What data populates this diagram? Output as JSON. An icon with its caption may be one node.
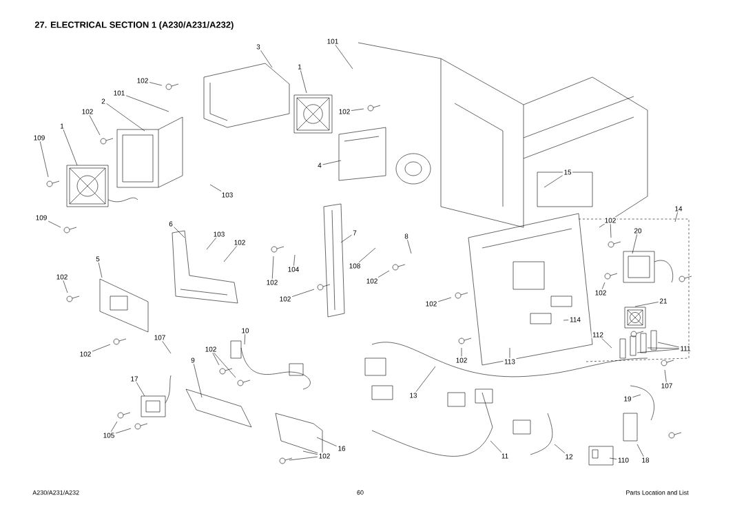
{
  "diagram": {
    "title": "27. ELECTRICAL SECTION 1 (A230/A231/A232)",
    "nodes": [
      {
        "text": [
          "3"
        ]
      },
      {
        "text": [
          "101"
        ]
      },
      {
        "text": [
          "1"
        ]
      },
      {
        "text": [
          "102"
        ]
      },
      {
        "text": [
          "101"
        ]
      },
      {
        "text": [
          "2"
        ]
      },
      {
        "text": [
          "102"
        ]
      },
      {
        "text": [
          "1"
        ]
      },
      {
        "text": [
          "109"
        ]
      },
      {
        "text": [
          "102"
        ]
      },
      {
        "text": [
          "4"
        ]
      },
      {
        "text": [
          "103"
        ]
      },
      {
        "text": [
          "109"
        ]
      },
      {
        "text": [
          "15"
        ]
      },
      {
        "text": [
          "6"
        ]
      },
      {
        "text": [
          "103"
        ]
      },
      {
        "text": [
          "102"
        ]
      },
      {
        "text": [
          "7"
        ]
      },
      {
        "text": [
          "8"
        ]
      },
      {
        "text": [
          "102"
        ]
      },
      {
        "text": [
          "14"
        ]
      },
      {
        "text": [
          "20"
        ]
      },
      {
        "text": [
          "5"
        ]
      },
      {
        "text": [
          "102"
        ]
      },
      {
        "text": [
          "102"
        ]
      },
      {
        "text": [
          "104"
        ]
      },
      {
        "text": [
          "108"
        ]
      },
      {
        "text": [
          "102"
        ]
      },
      {
        "text": [
          "102"
        ]
      },
      {
        "text": [
          "102"
        ]
      },
      {
        "text": [
          "102"
        ]
      },
      {
        "text": [
          "21"
        ]
      },
      {
        "text": [
          "114"
        ]
      },
      {
        "text": [
          "107"
        ]
      },
      {
        "text": [
          "102"
        ]
      },
      {
        "text": [
          "10"
        ]
      },
      {
        "text": [
          "112"
        ]
      },
      {
        "text": [
          "111"
        ]
      },
      {
        "text": [
          "102"
        ]
      },
      {
        "text": [
          "9"
        ]
      },
      {
        "text": [
          "17"
        ]
      },
      {
        "text": [
          "113"
        ]
      },
      {
        "text": [
          "102"
        ]
      },
      {
        "text": [
          "107"
        ]
      },
      {
        "text": [
          "13"
        ]
      },
      {
        "text": [
          "19"
        ]
      },
      {
        "text": [
          "105"
        ]
      },
      {
        "text": [
          "16"
        ]
      },
      {
        "text": [
          "102"
        ]
      },
      {
        "text": [
          "11"
        ]
      },
      {
        "text": [
          "12"
        ]
      },
      {
        "text": [
          "110"
        ]
      },
      {
        "text": [
          "18"
        ]
      }
    ],
    "edges": [
      {
        "from": 0,
        "to": null,
        "arrow": "none"
      },
      {
        "from": 1,
        "to": null,
        "arrow": "none"
      },
      {
        "from": 2,
        "to": null,
        "arrow": "none"
      },
      {
        "from": 3,
        "to": null,
        "arrow": "none"
      },
      {
        "from": 4,
        "to": null,
        "arrow": "none"
      },
      {
        "from": 5,
        "to": null,
        "arrow": "none"
      },
      {
        "from": 6,
        "to": null,
        "arrow": "none"
      },
      {
        "from": 7,
        "to": null,
        "arrow": "none"
      },
      {
        "from": 8,
        "to": null,
        "arrow": "none"
      },
      {
        "from": 9,
        "to": null,
        "arrow": "none"
      },
      {
        "from": 10,
        "to": null,
        "arrow": "none"
      },
      {
        "from": 11,
        "to": null,
        "arrow": "none"
      },
      {
        "from": 12,
        "to": null,
        "arrow": "none"
      },
      {
        "from": 13,
        "to": null,
        "arrow": "none"
      },
      {
        "from": 14,
        "to": null,
        "arrow": "none"
      },
      {
        "from": 15,
        "to": null,
        "arrow": "none"
      },
      {
        "from": 16,
        "to": null,
        "arrow": "none"
      },
      {
        "from": 17,
        "to": null,
        "arrow": "none"
      },
      {
        "from": 18,
        "to": null,
        "arrow": "none"
      },
      {
        "from": 19,
        "to": null,
        "arrow": "none"
      },
      {
        "from": 20,
        "to": null,
        "arrow": "none"
      },
      {
        "from": 21,
        "to": null,
        "arrow": "none"
      },
      {
        "from": 22,
        "to": null,
        "arrow": "none"
      },
      {
        "from": 23,
        "to": null,
        "arrow": "none"
      },
      {
        "from": 24,
        "to": null,
        "arrow": "none"
      },
      {
        "from": 25,
        "to": null,
        "arrow": "none"
      },
      {
        "from": 26,
        "to": null,
        "arrow": "none"
      },
      {
        "from": 27,
        "to": null,
        "arrow": "none"
      },
      {
        "from": 28,
        "to": null,
        "arrow": "none"
      },
      {
        "from": 29,
        "to": null,
        "arrow": "none"
      },
      {
        "from": 30,
        "to": null,
        "arrow": "none"
      },
      {
        "from": 31,
        "to": null,
        "arrow": "none"
      },
      {
        "from": 32,
        "to": null,
        "arrow": "none"
      },
      {
        "from": 33,
        "to": null,
        "arrow": "none"
      },
      {
        "from": 34,
        "to": null,
        "arrow": "none"
      },
      {
        "from": 35,
        "to": null,
        "arrow": "none"
      },
      {
        "from": 36,
        "to": null,
        "arrow": "none"
      },
      {
        "from": 37,
        "to": null,
        "arrow": "none"
      },
      {
        "from": 37,
        "to": null,
        "arrow": "none"
      },
      {
        "from": 37,
        "to": null,
        "arrow": "none"
      },
      {
        "from": 38,
        "to": null,
        "arrow": "none"
      },
      {
        "from": 38,
        "to": null,
        "arrow": "none"
      },
      {
        "from": 39,
        "to": null,
        "arrow": "none"
      },
      {
        "from": 40,
        "to": null,
        "arrow": "none"
      },
      {
        "from": 41,
        "to": null,
        "arrow": "none"
      },
      {
        "from": 42,
        "to": null,
        "arrow": "none"
      },
      {
        "from": 43,
        "to": null,
        "arrow": "none"
      },
      {
        "from": 44,
        "to": null,
        "arrow": "none"
      },
      {
        "from": 45,
        "to": null,
        "arrow": "none"
      },
      {
        "from": 46,
        "to": null,
        "arrow": "none"
      },
      {
        "from": 46,
        "to": null,
        "arrow": "none"
      },
      {
        "from": 47,
        "to": null,
        "arrow": "none"
      },
      {
        "from": 48,
        "to": null,
        "arrow": "none"
      },
      {
        "from": 48,
        "to": null,
        "arrow": "none"
      },
      {
        "from": 49,
        "to": null,
        "arrow": "none"
      },
      {
        "from": 50,
        "to": null,
        "arrow": "none"
      },
      {
        "from": 51,
        "to": null,
        "arrow": "none"
      },
      {
        "from": 52,
        "to": null,
        "arrow": "none"
      }
    ],
    "labels": [
      "A230/A231/A232",
      "60",
      "Parts Location and List"
    ]
  }
}
